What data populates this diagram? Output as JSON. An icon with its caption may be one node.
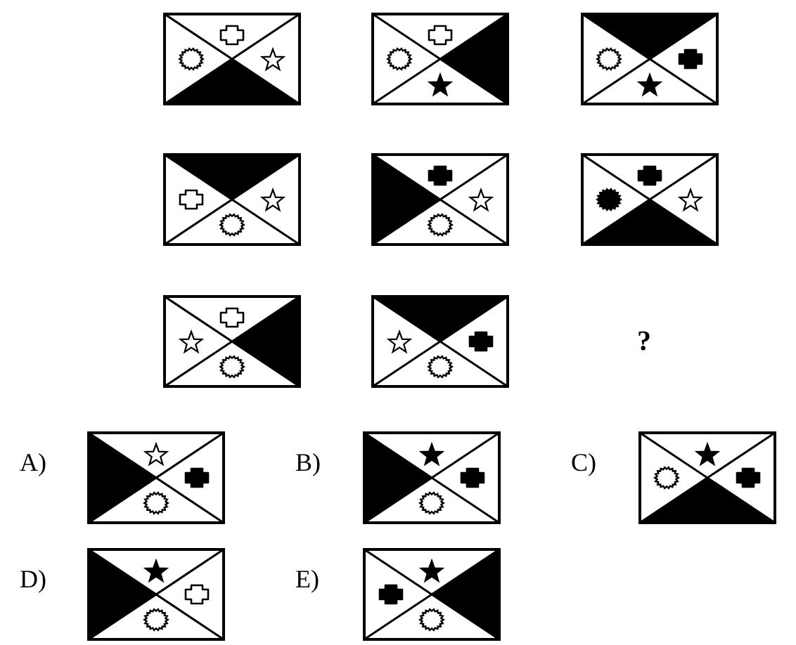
{
  "diagram": {
    "nodes": [
      {
        "text": [],
        "shape": "box"
      },
      {
        "text": [],
        "shape": "box"
      },
      {
        "text": [],
        "shape": "box"
      },
      {
        "text": [],
        "shape": "box"
      },
      {
        "text": [],
        "shape": "box"
      },
      {
        "text": [],
        "shape": "box"
      },
      {
        "text": [],
        "shape": "box"
      },
      {
        "text": [],
        "shape": "box"
      },
      {
        "text": [],
        "shape": "box",
        "beside": [
          "A)"
        ]
      },
      {
        "text": [],
        "shape": "box",
        "beside": [
          "B)"
        ]
      },
      {
        "text": [],
        "shape": "box",
        "beside": [
          "C)"
        ]
      },
      {
        "text": [],
        "shape": "box",
        "beside": [
          "D)"
        ]
      },
      {
        "text": [],
        "shape": "box",
        "beside": [
          "E)"
        ]
      }
    ],
    "labels": [
      "?"
    ]
  }
}
